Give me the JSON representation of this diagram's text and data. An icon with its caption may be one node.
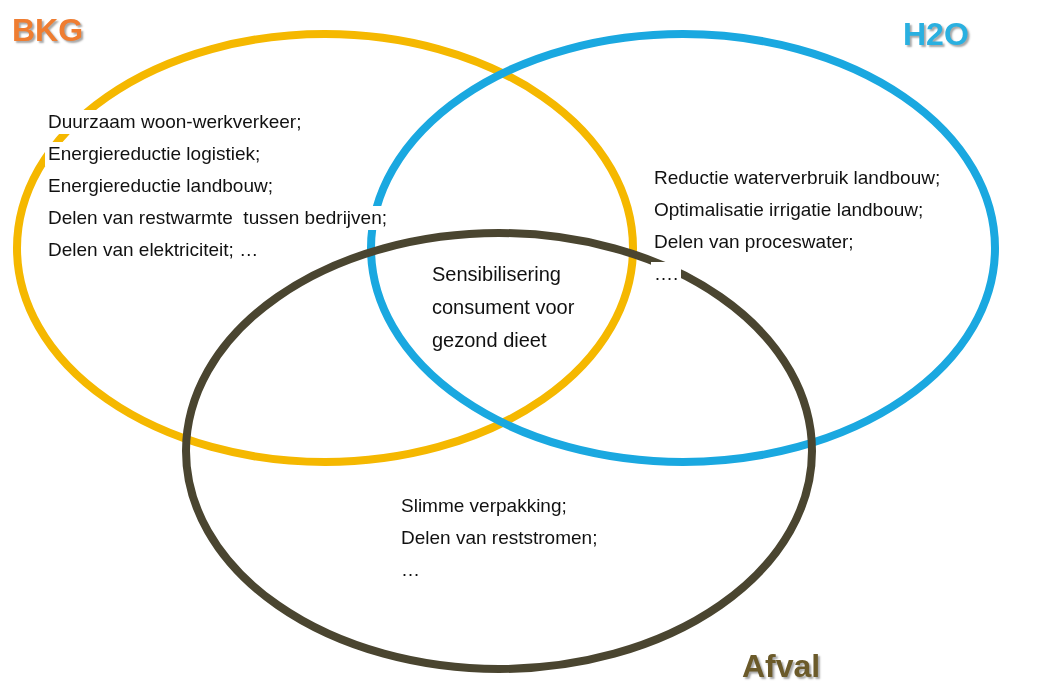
{
  "diagram": {
    "nodes": [
      {
        "text": [
          "BKG",
          "Duurzaam woon-werkverkeer;",
          "Energiereductie logistiek;",
          "Energiereductie landbouw;",
          "Delen van restwarmte  tussen bedrijven;",
          "Delen van elektriciteit; …"
        ]
      },
      {
        "text": [
          "H2O",
          "Reductie waterverbruik landbouw;",
          "Optimalisatie irrigatie landbouw;",
          "Delen van proceswater;",
          "…."
        ]
      },
      {
        "text": [
          "Afval",
          "Slimme verpakking;",
          "Delen van reststromen;",
          "…"
        ]
      }
    ],
    "labels": [
      "Sensibilisering consument voor gezond dieet"
    ]
  }
}
